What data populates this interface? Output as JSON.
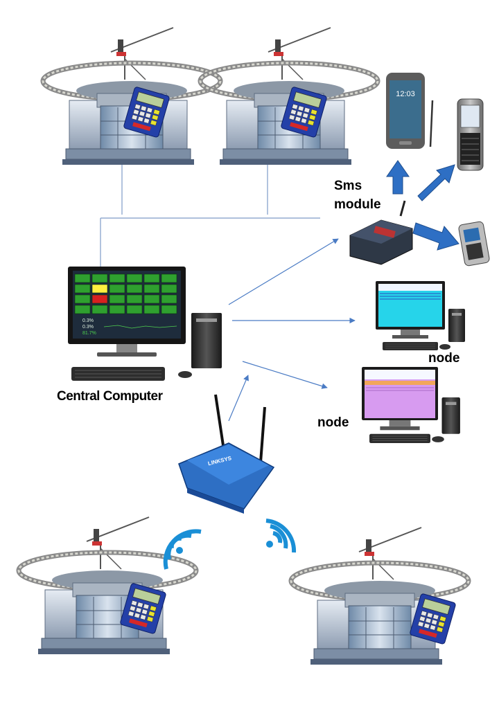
{
  "labels": {
    "sms_line1": "Sms",
    "sms_line2": "module",
    "node_top": "node",
    "node_bottom": "node",
    "central": "Central Computer"
  },
  "central_screen": {
    "stat1": "0.3%",
    "stat2": "0.3%",
    "stat3": "81.7%"
  },
  "router_brand": "LINKSYS",
  "phone_time": "12:03",
  "colors": {
    "connector_line": "#7d9bc8",
    "arrow_blue": "#2e6fc4",
    "wifi_blue": "#1a8fd6",
    "tile_green": "#2fa02f",
    "tile_yellow": "#ffef40",
    "tile_red": "#d82020",
    "node_cyan": "#26d4ea",
    "node_magenta": "#d79bf0"
  }
}
